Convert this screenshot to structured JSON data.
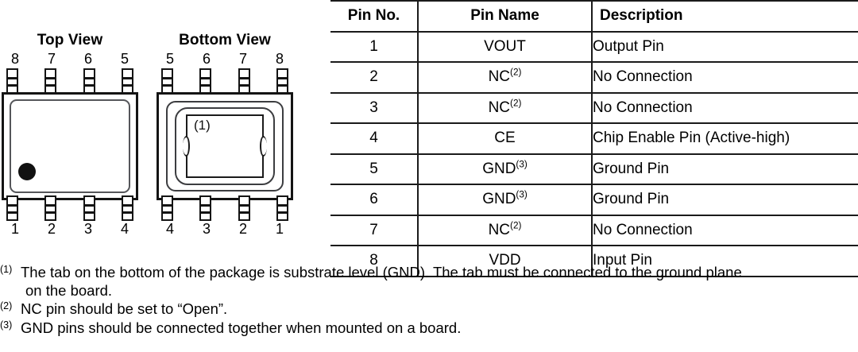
{
  "diagrams": [
    {
      "id": "top-view",
      "title": "Top View",
      "pins_upper": [
        "8",
        "7",
        "6",
        "5"
      ],
      "pins_lower": [
        "1",
        "2",
        "3",
        "4"
      ],
      "has_pin1_dot": true,
      "has_exposed_pad": false,
      "pad_label": ""
    },
    {
      "id": "bottom-view",
      "title": "Bottom View",
      "pins_upper": [
        "5",
        "6",
        "7",
        "8"
      ],
      "pins_lower": [
        "4",
        "3",
        "2",
        "1"
      ],
      "has_pin1_dot": false,
      "has_exposed_pad": true,
      "pad_label": "(1)"
    }
  ],
  "table": {
    "headers": [
      "Pin No.",
      "Pin Name",
      "Description"
    ],
    "rows": [
      {
        "no": "1",
        "name": "VOUT",
        "name_sup": "",
        "desc": "Output Pin"
      },
      {
        "no": "2",
        "name": "NC",
        "name_sup": "(2)",
        "desc": "No Connection"
      },
      {
        "no": "3",
        "name": "NC",
        "name_sup": "(2)",
        "desc": "No Connection"
      },
      {
        "no": "4",
        "name": "CE",
        "name_sup": "",
        "desc": "Chip Enable Pin (Active-high)"
      },
      {
        "no": "5",
        "name": "GND",
        "name_sup": "(3)",
        "desc": "Ground Pin"
      },
      {
        "no": "6",
        "name": "GND",
        "name_sup": "(3)",
        "desc": "Ground Pin"
      },
      {
        "no": "7",
        "name": "NC",
        "name_sup": "(2)",
        "desc": "No Connection"
      },
      {
        "no": "8",
        "name": "VDD",
        "name_sup": "",
        "desc": "Input Pin"
      }
    ]
  },
  "footnotes": [
    {
      "marker": "(1)",
      "text": "The tab on the bottom of the package is substrate level (GND). The tab must be connected to the ground plane",
      "text_line2": "on the board."
    },
    {
      "marker": "(2)",
      "text": "NC pin should be set to “Open”.",
      "text_line2": ""
    },
    {
      "marker": "(3)",
      "text": "GND pins should be connected together when mounted on a board.",
      "text_line2": ""
    }
  ],
  "colors": {
    "line": "#1a1a1a",
    "text": "#000000",
    "background": "#ffffff",
    "pad_outline": "#3c3d40"
  }
}
